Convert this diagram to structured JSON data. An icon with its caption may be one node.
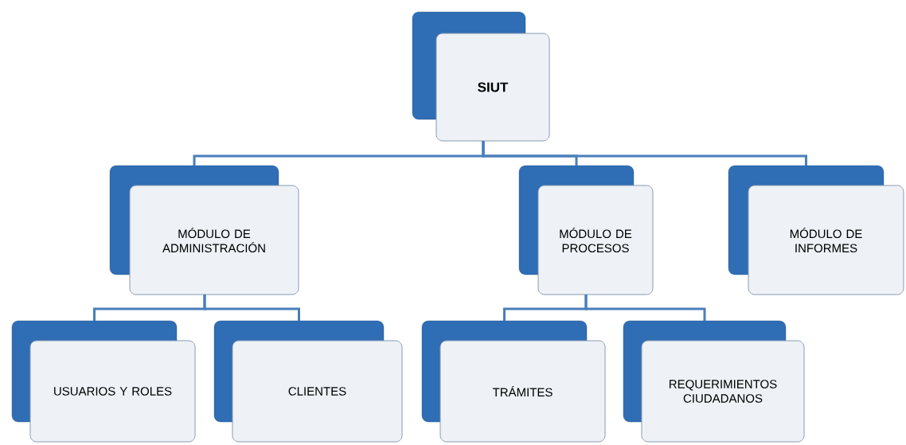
{
  "diagram": {
    "nodes": [
      {
        "text": [
          "SIUT"
        ]
      },
      {
        "text": [
          "MÓDULO DE ADMINISTRACIÓN"
        ]
      },
      {
        "text": [
          "MÓDULO DE PROCESOS"
        ]
      },
      {
        "text": [
          "MÓDULO DE INFORMES"
        ]
      },
      {
        "text": [
          "USUARIOS Y ROLES"
        ]
      },
      {
        "text": [
          "CLIENTES"
        ]
      },
      {
        "text": [
          "TRÁMITES"
        ]
      },
      {
        "text": [
          "REQUERIMIENTOS CIUDADANOS"
        ]
      }
    ],
    "edges": [
      {
        "from": 0,
        "to": 1,
        "arrow": "none"
      },
      {
        "from": 0,
        "to": 2,
        "arrow": "none"
      },
      {
        "from": 0,
        "to": 3,
        "arrow": "none"
      },
      {
        "from": 1,
        "to": 4,
        "arrow": "none"
      },
      {
        "from": 1,
        "to": 5,
        "arrow": "none"
      },
      {
        "from": 2,
        "to": 6,
        "arrow": "none"
      },
      {
        "from": 2,
        "to": 7,
        "arrow": "none"
      }
    ]
  }
}
